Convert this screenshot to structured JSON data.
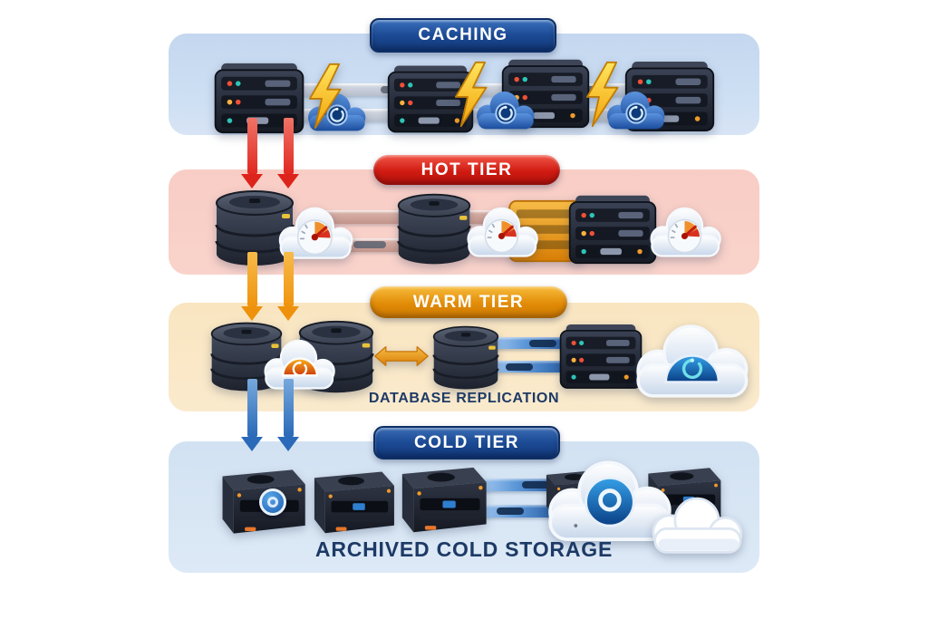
{
  "background_color": "#ffffff",
  "caption_color": "#1d3a66",
  "tiers": [
    {
      "label": "CACHING",
      "band_color": "#c9dcf1",
      "pill_color": "#1c4a94",
      "caption": "",
      "icons": [
        "server-rack",
        "lightning-bolt",
        "cache-cloud-gauge"
      ]
    },
    {
      "label": "HOT TIER",
      "band_color": "#f8d2cb",
      "pill_color": "#d01b12",
      "caption": "",
      "icons": [
        "database-stack",
        "speedometer-cloud",
        "server-rack"
      ]
    },
    {
      "label": "WARM TIER",
      "band_color": "#f9e7c8",
      "pill_color": "#e18b07",
      "caption": "DATABASE REPLICATION",
      "icons": [
        "database-stack",
        "gauge-cloud",
        "replication-double-arrow",
        "data-stream",
        "server-rack",
        "cloud-storage"
      ]
    },
    {
      "label": "COLD TIER",
      "band_color": "#d9e7f4",
      "pill_color": "#1c4a94",
      "caption": "ARCHIVED COLD STORAGE",
      "icons": [
        "archive-box",
        "data-stream",
        "cloud-storage",
        "cloud"
      ]
    }
  ],
  "flows": [
    {
      "from": "CACHING",
      "to": "HOT TIER",
      "arrow_color": "#e02820",
      "arrow_count": 2
    },
    {
      "from": "HOT TIER",
      "to": "WARM TIER",
      "arrow_color": "#ef930e",
      "arrow_count": 2
    },
    {
      "from": "WARM TIER",
      "to": "COLD TIER",
      "arrow_color": "#2a6ab8",
      "arrow_count": 2
    }
  ]
}
